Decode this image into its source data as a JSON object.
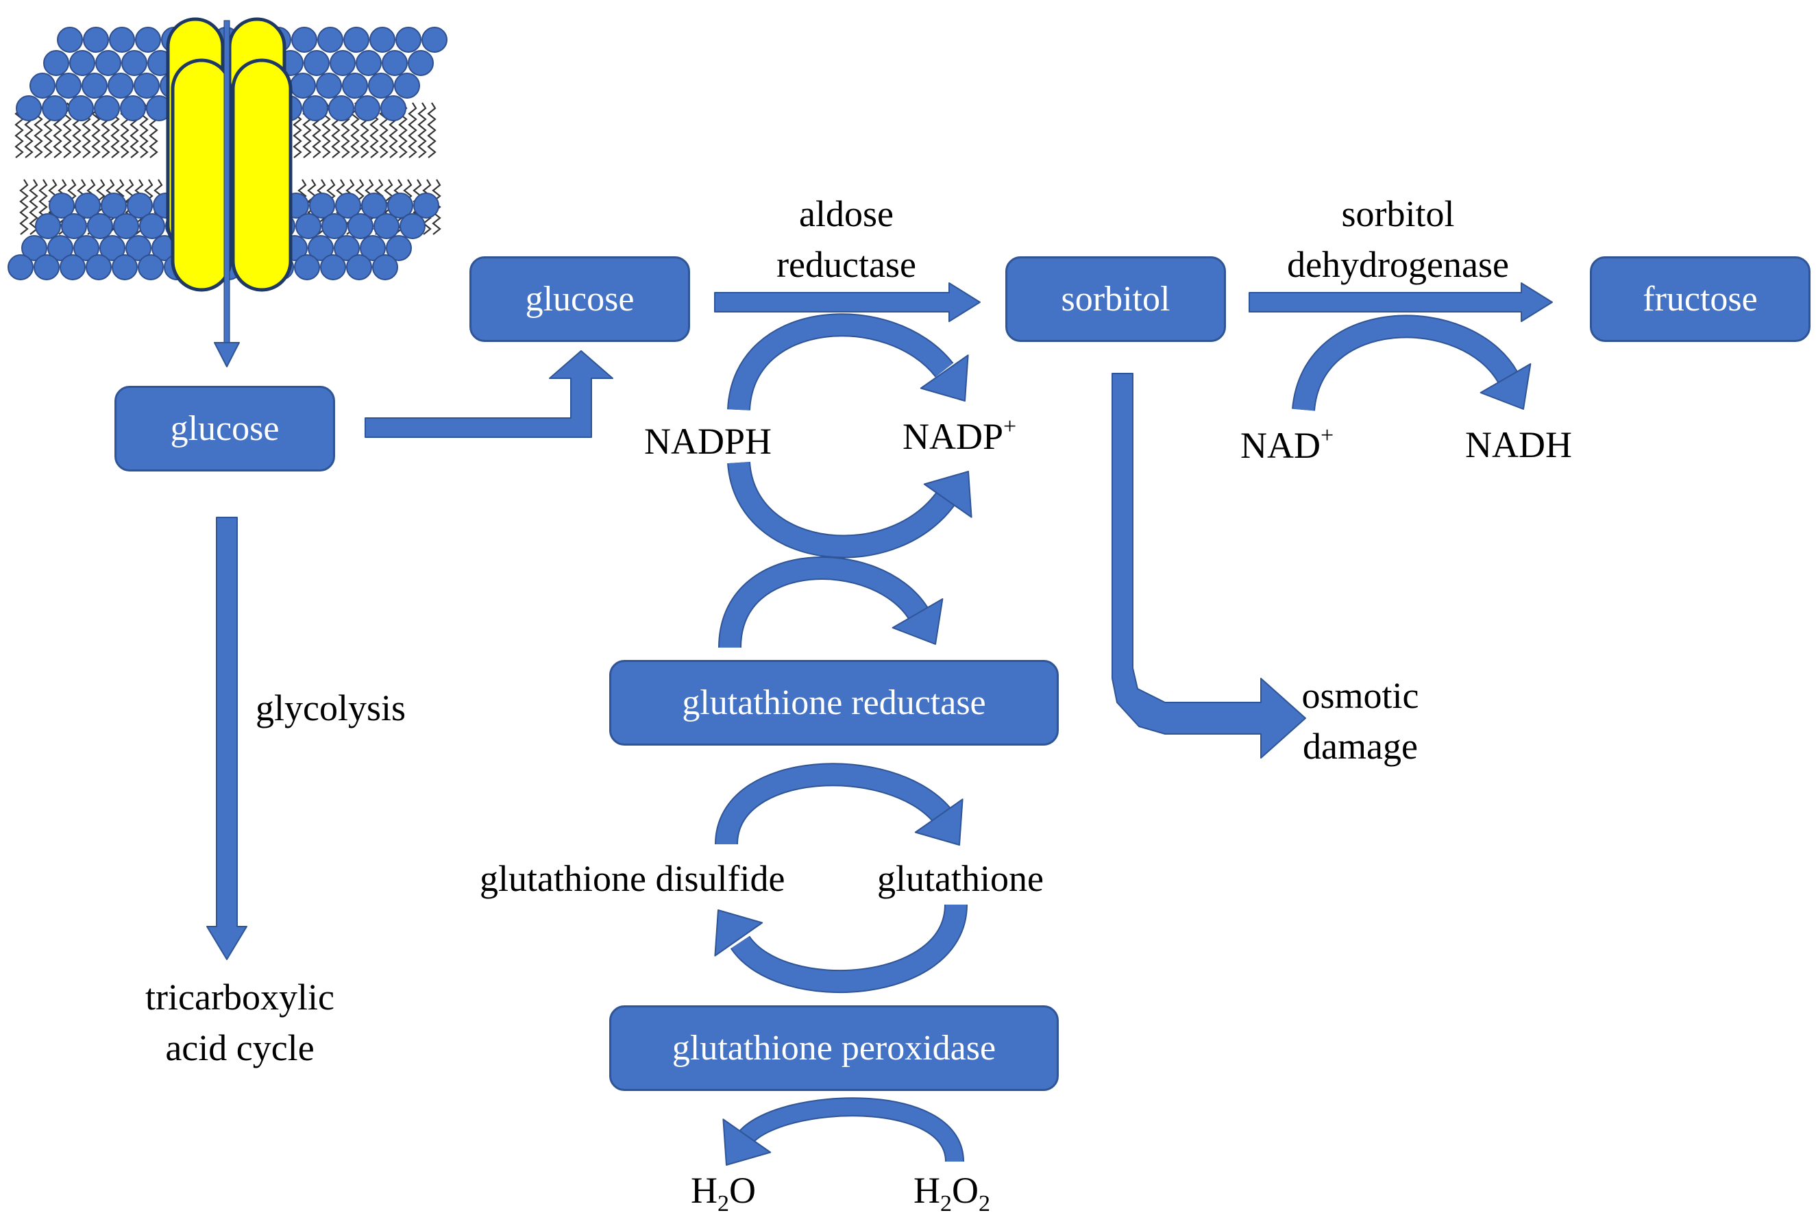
{
  "colors": {
    "box_fill": "#4472c4",
    "box_border": "#2f5597",
    "arrow_fill": "#4472c4",
    "arrow_stroke": "#2f5597",
    "channel_yellow": "#ffff00",
    "lipid_head": "#4472c4"
  },
  "boxes": {
    "glucose_cytosol": "glucose",
    "glucose_polyol": "glucose",
    "sorbitol": "sorbitol",
    "fructose": "fructose",
    "glutathione_reductase": "glutathione reductase",
    "glutathione_peroxidase": "glutathione peroxidase"
  },
  "labels": {
    "aldose_reductase": [
      "aldose",
      "reductase"
    ],
    "sorbitol_dehydrogenase": [
      "sorbitol",
      "dehydrogenase"
    ],
    "nadph": "NADPH",
    "nadp": {
      "text": "NADP",
      "sup": "+"
    },
    "nad": {
      "text": "NAD",
      "sup": "+"
    },
    "nadh": "NADH",
    "glycolysis": "glycolysis",
    "tca": [
      "tricarboxylic",
      "acid cycle"
    ],
    "osmotic_damage": [
      "osmotic",
      "damage"
    ],
    "glutathione_disulfide": "glutathione disulfide",
    "glutathione": "glutathione",
    "h2o": {
      "a": "H",
      "sub": "2",
      "b": "O"
    },
    "h2o2": {
      "a": "H",
      "sub1": "2",
      "b": "O",
      "sub2": "2"
    }
  },
  "membrane_icon": "glucose-transporter-in-lipid-bilayer"
}
